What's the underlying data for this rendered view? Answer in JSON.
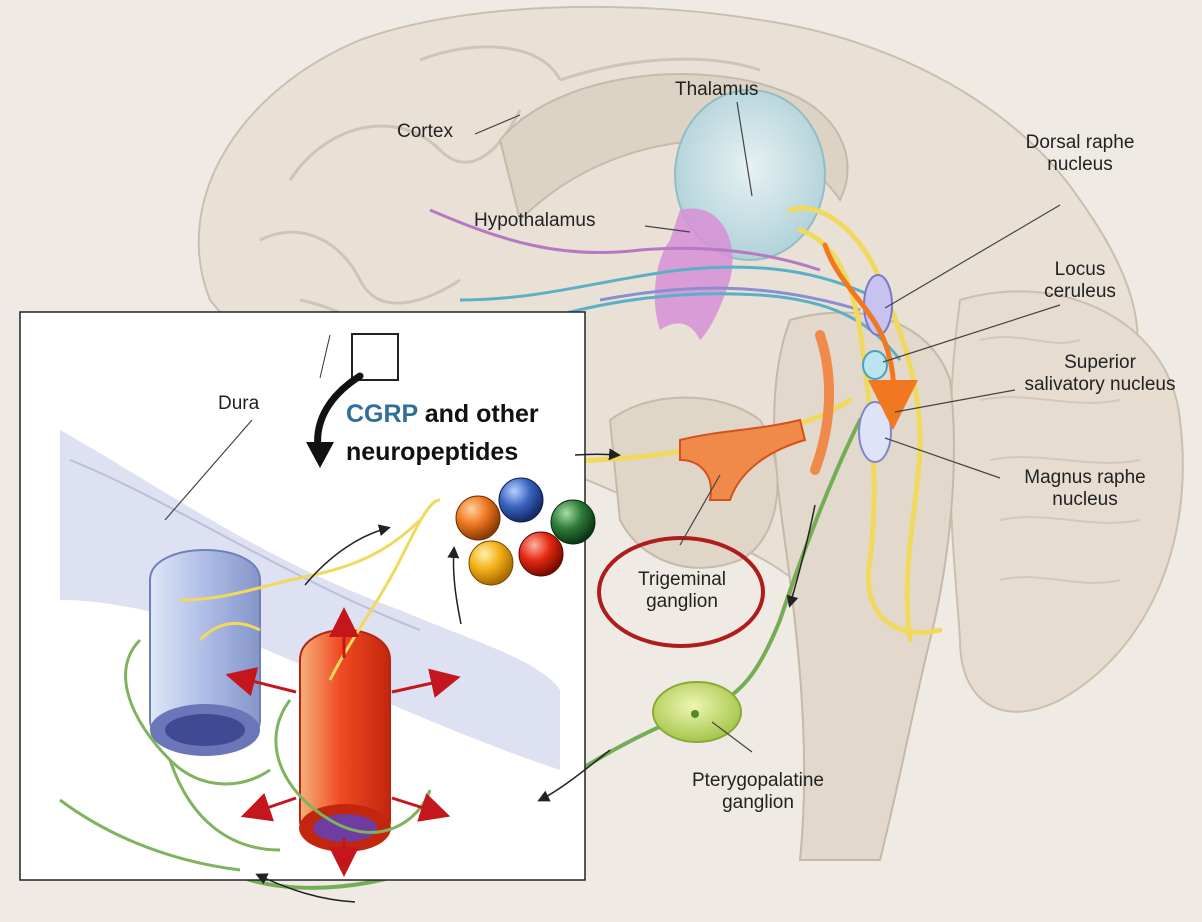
{
  "labels": {
    "cortex": "Cortex",
    "thalamus": "Thalamus",
    "hypothalamus": "Hypothalamus",
    "dorsal_raphe_1": "Dorsal raphe",
    "dorsal_raphe_2": "nucleus",
    "locus_1": "Locus",
    "locus_2": "ceruleus",
    "superior_1": "Superior",
    "superior_2": "salivatory nucleus",
    "magnus_1": "Magnus raphe",
    "magnus_2": "nucleus",
    "trigeminal_1": "Trigeminal",
    "trigeminal_2": "ganglion",
    "ptery_1": "Pterygopalatine",
    "ptery_2": "ganglion",
    "dura": "Dura"
  },
  "annotation": {
    "cgrp": "CGRP",
    "and_other": " and other",
    "neuropeptides": "neuropeptides"
  },
  "colors": {
    "cgrp_blue": "#2f6f99",
    "highlight_circle": "#b01c1c",
    "pathway_orange": "#f07820",
    "neuron_yellow": "#f2df6a",
    "neuron_green": "#6aa84f",
    "artery_red": "#e8452a",
    "vein_blue": "#a9b8e0"
  },
  "neuropeptide_balls": [
    "orange",
    "blue",
    "green",
    "yellow",
    "red"
  ]
}
